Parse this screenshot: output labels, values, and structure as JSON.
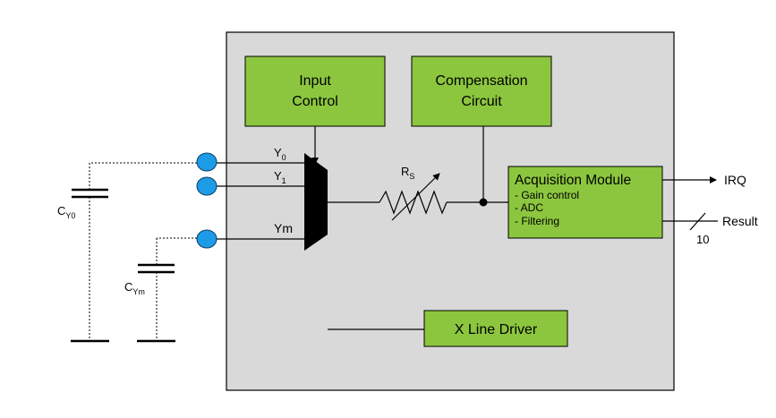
{
  "colors": {
    "chip_fill": "#d9d9d9",
    "block_fill": "#8cc63f",
    "pin_fill": "#1e9be6",
    "line": "#000000"
  },
  "blocks": {
    "input_control": {
      "line1": "Input",
      "line2": "Control"
    },
    "compensation_circuit": {
      "line1": "Compensation",
      "line2": "Circuit"
    },
    "acquisition_module": {
      "title": "Acquisition Module",
      "items": [
        "- Gain control",
        "- ADC",
        "- Filtering"
      ]
    },
    "x_line_driver": {
      "label": "X Line Driver"
    }
  },
  "mux_inputs": {
    "y0": {
      "base": "Y",
      "sub": "0"
    },
    "y1": {
      "base": "Y",
      "sub": "1"
    },
    "ym": {
      "base": "Ym"
    }
  },
  "resistor": {
    "base": "R",
    "sub": "S"
  },
  "capacitors": {
    "cy0": {
      "base": "C",
      "sub": "Y0"
    },
    "cym": {
      "base": "C",
      "sub": "Ym"
    }
  },
  "outputs": {
    "irq": "IRQ",
    "result": "Result",
    "bus_width": "10"
  }
}
